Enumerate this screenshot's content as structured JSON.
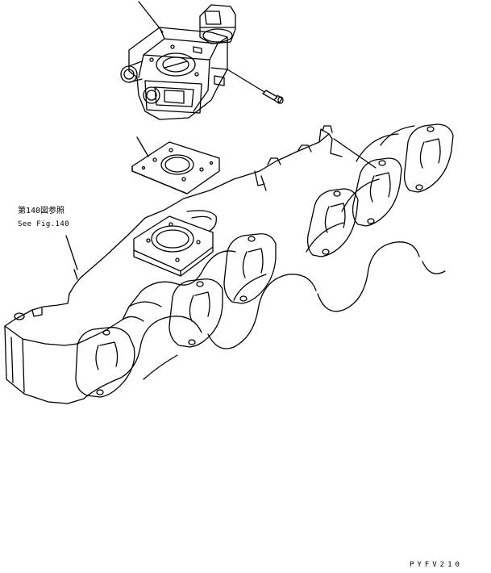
{
  "reference": {
    "japanese": "第140図参照",
    "english": "See Fig.140"
  },
  "drawing_code": "PYFV210",
  "parts": [
    {
      "name": "throttle-body-assembly"
    },
    {
      "name": "gasket"
    },
    {
      "name": "bolt"
    },
    {
      "name": "intake-manifold"
    }
  ],
  "line_color": "#000000"
}
